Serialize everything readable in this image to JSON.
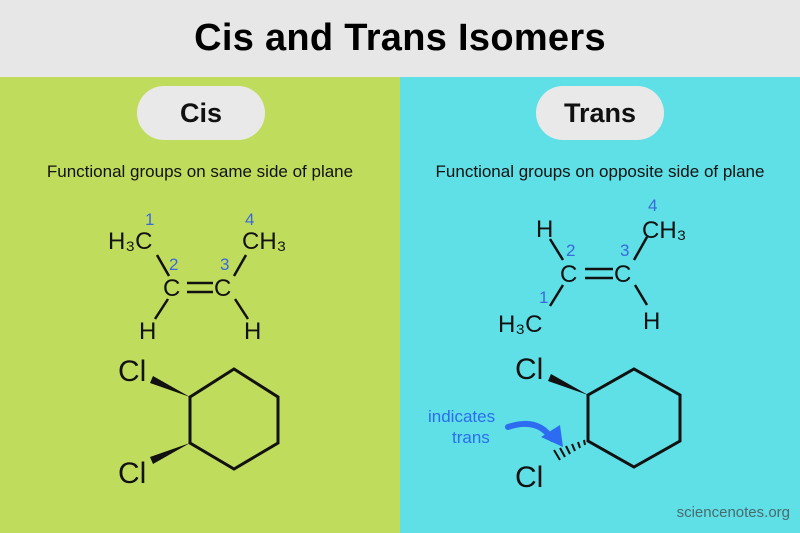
{
  "title": "Cis and Trans Isomers",
  "panels": {
    "cis": {
      "label": "Cis",
      "description": "Functional groups on same side of plane",
      "bg_color": "#c0dc5c",
      "atoms": {
        "left_top": "H₃C",
        "right_top": "CH₃",
        "carbon": "C",
        "hydrogen": "H"
      },
      "carbon_numbers": [
        "1",
        "2",
        "3",
        "4"
      ],
      "ring": {
        "chlorine": "Cl"
      }
    },
    "trans": {
      "label": "Trans",
      "description": "Functional groups on opposite side of plane",
      "bg_color": "#5ee0e6",
      "atoms": {
        "right_top": "CH₃",
        "left_bottom": "H₃C",
        "carbon": "C",
        "hydrogen": "H"
      },
      "carbon_numbers": [
        "1",
        "2",
        "3",
        "4"
      ],
      "ring": {
        "chlorine": "Cl"
      },
      "annotation": [
        "indicates",
        "trans"
      ]
    }
  },
  "colors": {
    "number_blue": "#3a6ad8",
    "annotation_blue": "#2d6cf0",
    "header_bg": "#e7e7e7"
  },
  "footer": "sciencenotes.org"
}
